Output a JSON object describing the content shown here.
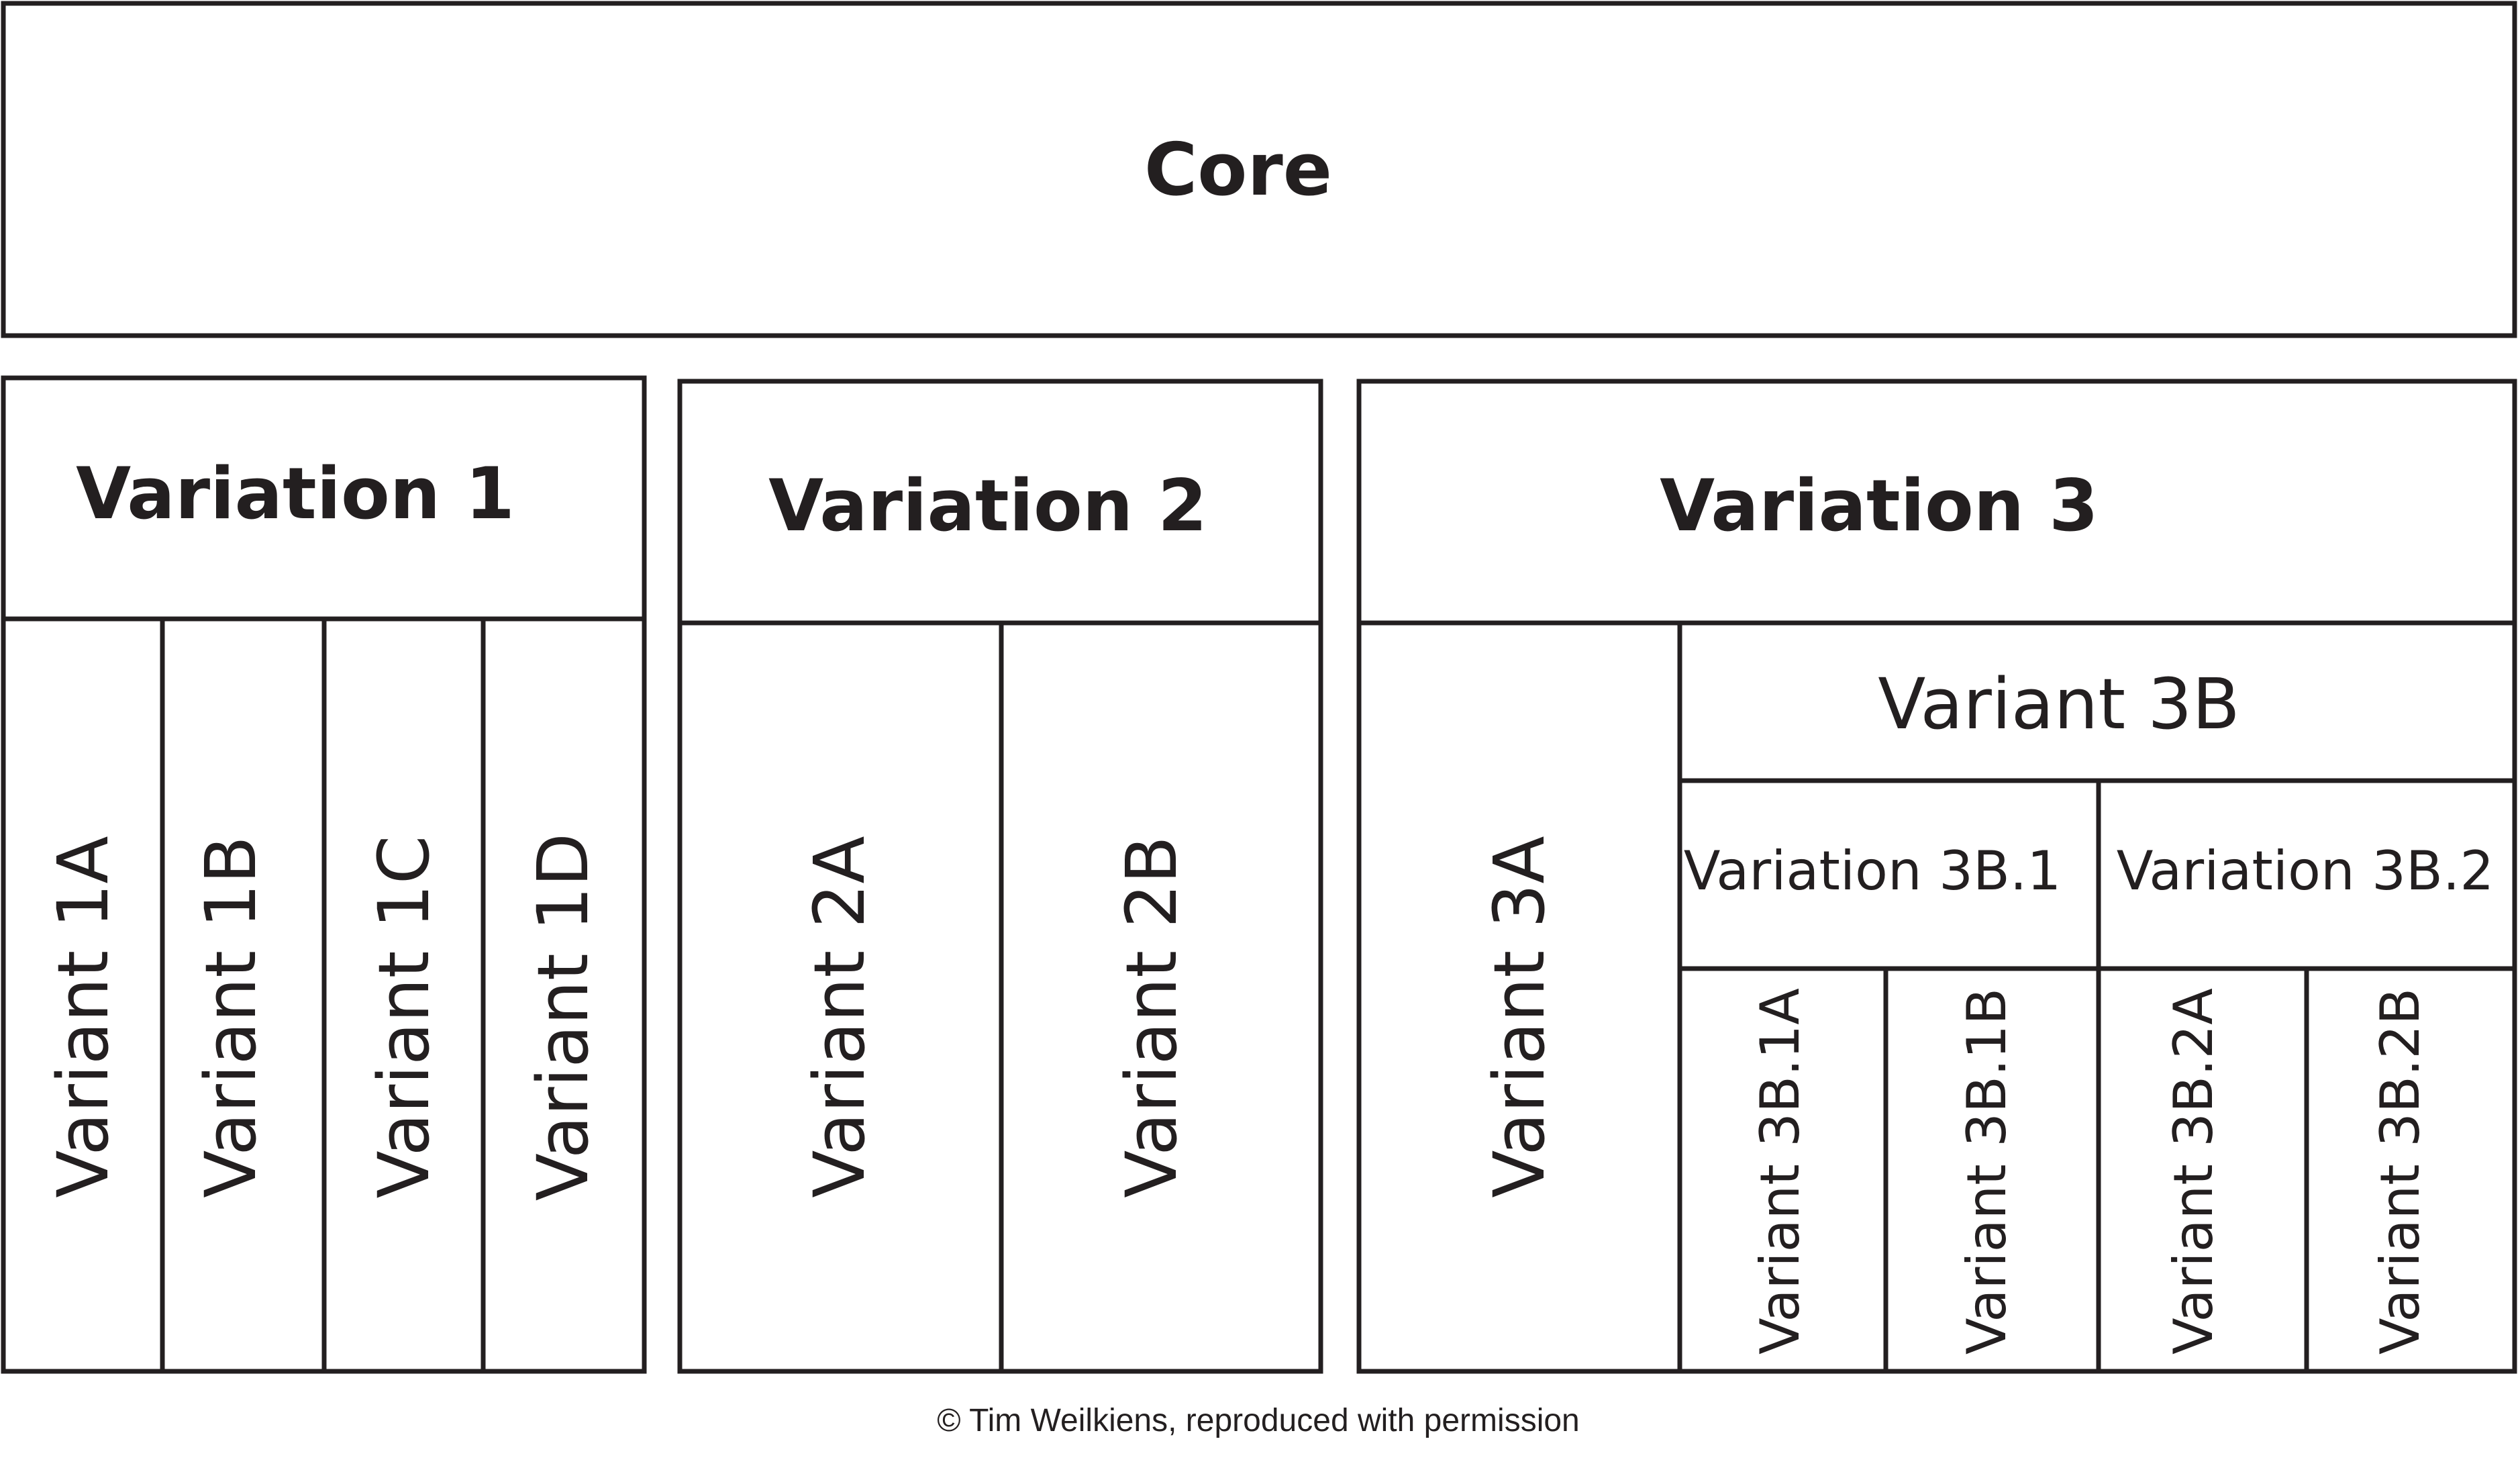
{
  "core": {
    "label": "Core"
  },
  "variation1": {
    "label": "Variation 1",
    "variants": [
      "Variant 1A",
      "Variant 1B",
      "Variant 1C",
      "Variant 1D"
    ]
  },
  "variation2": {
    "label": "Variation 2",
    "variants": [
      "Variant 2A",
      "Variant 2B"
    ]
  },
  "variation3": {
    "label": "Variation 3",
    "variant3a": "Variant 3A",
    "variant3b": {
      "label": "Variant 3B",
      "variation1": {
        "label": "Variation 3B.1",
        "variants": [
          "Variant 3B.1A",
          "Variant 3B.1B"
        ]
      },
      "variation2": {
        "label": "Variation 3B.2",
        "variants": [
          "Variant 3B.2A",
          "Variant 3B.2B"
        ]
      }
    }
  },
  "credit": "© Tim Weilkiens, reproduced with permission"
}
